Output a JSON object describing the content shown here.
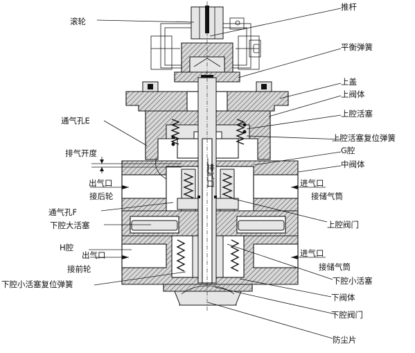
{
  "labels": {
    "push_rod": "推杆",
    "roller": "滚轮",
    "balance_spring": "平衡弹簧",
    "upper_cover": "上盖",
    "upper_valve_body": "上阀体",
    "vent_hole_e": "通气孔E",
    "upper_chamber_piston": "上腔活塞",
    "upper_piston_return_spring": "上腔活塞复位弹簧",
    "exhaust_opening": "排气开度",
    "g_chamber": "G腔",
    "middle_valve_body": "中阀体",
    "exhaust_port": "排气口",
    "outlet_upper": "出气口",
    "to_rear_wheel": "接后轮",
    "inlet_upper": "进气口",
    "to_reservoir_upper": "接储气筒",
    "vent_hole_f": "通气孔F",
    "lower_large_piston": "下腔大活塞",
    "upper_chamber_valve": "上腔阀门",
    "h_chamber": "H腔",
    "outlet_lower": "出气口",
    "to_front_wheel": "接前轮",
    "inlet_lower": "进气口",
    "to_reservoir_lower": "接储气筒",
    "lower_small_piston_return_spring": "下腔小活塞复位弹簧",
    "lower_small_piston": "下腔小活塞",
    "lower_valve_body": "下阀体",
    "lower_chamber_valve": "下腔阀门",
    "dust_cover": "防尘片"
  }
}
